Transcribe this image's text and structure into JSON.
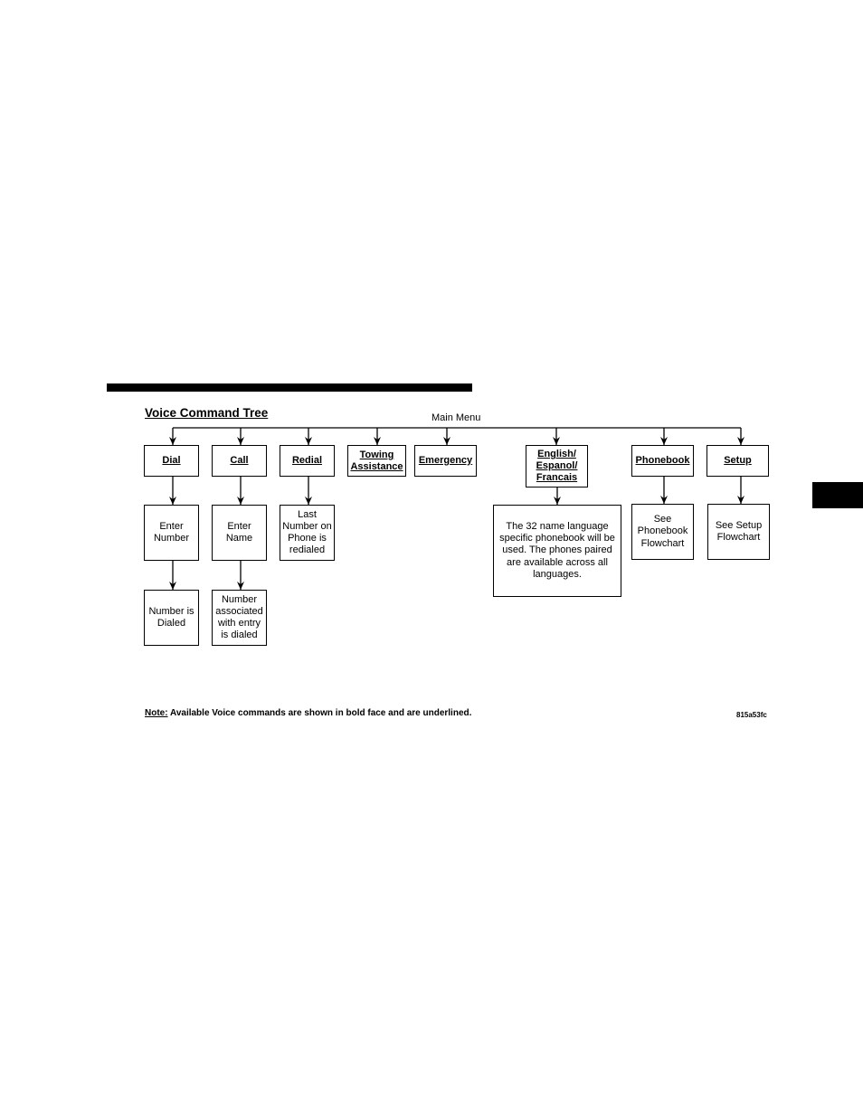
{
  "diagram": {
    "title": "Voice Command Tree",
    "root_label": "Main Menu",
    "commands": {
      "dial": "Dial",
      "call": "Call",
      "redial": "Redial",
      "towing": "Towing Assistance",
      "emergency": "Emergency",
      "language": "English/ Espanol/ Francais",
      "phonebook": "Phonebook",
      "setup": "Setup"
    },
    "results": {
      "enter_number": "Enter Number",
      "number_dialed": "Number is Dialed",
      "enter_name": "Enter Name",
      "number_associated": "Number associated with entry is dialed",
      "last_number": "Last Number on Phone is redialed",
      "language_note": "The 32 name language specific phonebook will be used. The phones paired are available across all languages.",
      "see_phonebook": "See Phonebook Flowchart",
      "see_setup": "See Setup Flowchart"
    },
    "note_label": "Note:",
    "note_text": " Available Voice commands are shown in bold face and are underlined.",
    "figure_code": "815a53fc"
  }
}
